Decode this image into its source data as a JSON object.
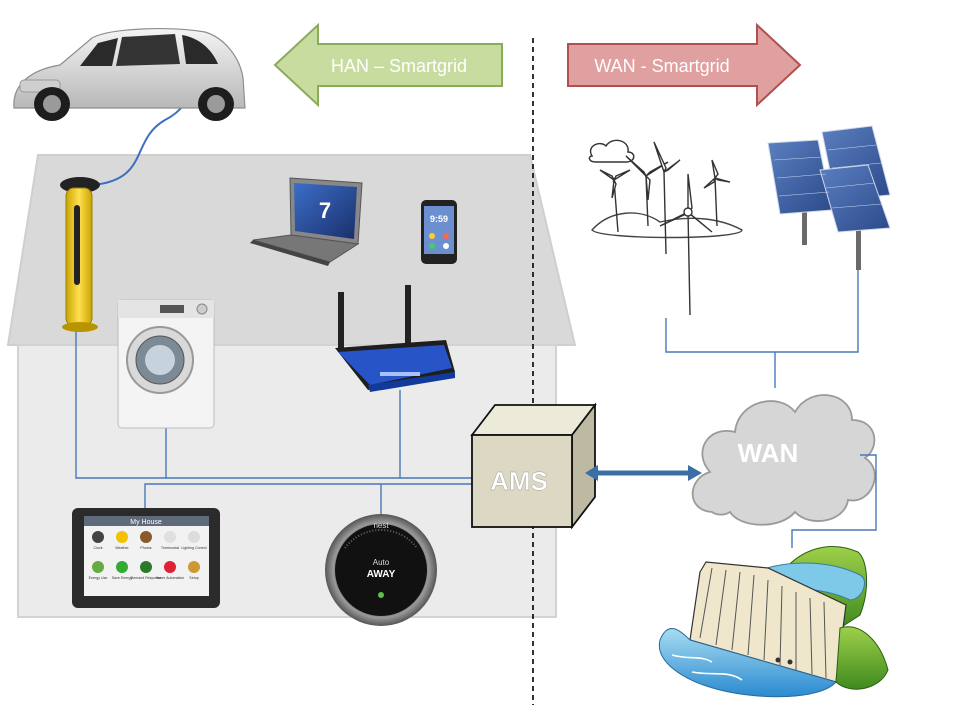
{
  "arrows": {
    "han": {
      "label": "HAN – Smartgrid",
      "fill": "#c8dca0",
      "stroke": "#8aab5a"
    },
    "wan": {
      "label": "WAN - Smartgrid",
      "fill": "#e0a0a0",
      "stroke": "#b05050"
    }
  },
  "ams": {
    "label": "AMS",
    "fill": "#dcd8c4"
  },
  "wan_cloud": {
    "label": "WAN",
    "fill": "#d6d6d6"
  },
  "tablet": {
    "title": "My House",
    "apps_row1": [
      "Clock",
      "Weather",
      "Photos",
      "Thermostat",
      "Lighting Control"
    ],
    "apps_row2": [
      "Energy Use",
      "Save Energy",
      "Demand Response",
      "Home Automation",
      "Setup"
    ]
  },
  "thermostat": {
    "brand": "nest",
    "mode_line1": "Auto",
    "mode_line2": "AWAY"
  },
  "phone": {
    "time": "9:59"
  },
  "colors": {
    "house": "#e9e9e9",
    "roof": "#d8d8d8",
    "link_line": "#4a78b8",
    "divider": "#000000"
  },
  "icons": [
    "car-icon",
    "ev-charger-icon",
    "laptop-icon",
    "smartphone-icon",
    "washing-machine-icon",
    "wifi-router-icon",
    "energy-tablet-icon",
    "thermostat-icon",
    "wind-turbines-icon",
    "solar-panels-icon",
    "hydro-dam-icon"
  ]
}
